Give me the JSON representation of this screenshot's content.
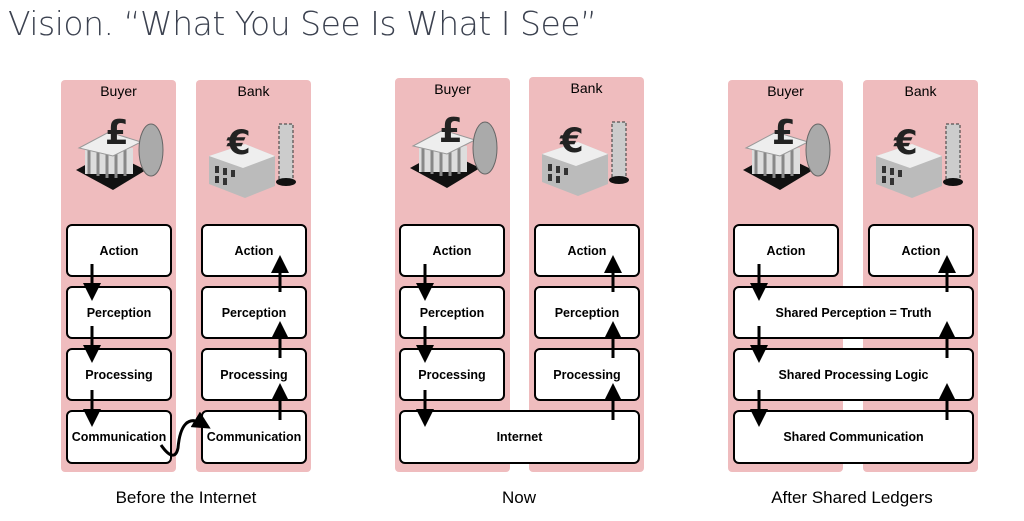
{
  "title": "Vision. “What You See Is What I See”",
  "panels": [
    {
      "caption": "Before the Internet",
      "buyer": "Buyer",
      "bank": "Bank",
      "buyer_boxes": [
        "Action",
        "Perception",
        "Processing",
        "Communication"
      ],
      "bank_boxes": [
        "Action",
        "Perception",
        "Processing",
        "Communication"
      ]
    },
    {
      "caption": "Now",
      "buyer": "Buyer",
      "bank": "Bank",
      "buyer_boxes": [
        "Action",
        "Perception",
        "Processing"
      ],
      "bank_boxes": [
        "Action",
        "Perception",
        "Processing"
      ],
      "shared": "Internet"
    },
    {
      "caption": "After Shared Ledgers",
      "buyer": "Buyer",
      "bank": "Bank",
      "buyer_action": "Action",
      "bank_action": "Action",
      "shared": [
        "Shared Perception = Truth",
        "Shared Processing Logic",
        "Shared Communication"
      ]
    }
  ],
  "icons": {
    "buyer": "pound-bank-building-icon",
    "bank": "euro-bank-building-icon"
  }
}
